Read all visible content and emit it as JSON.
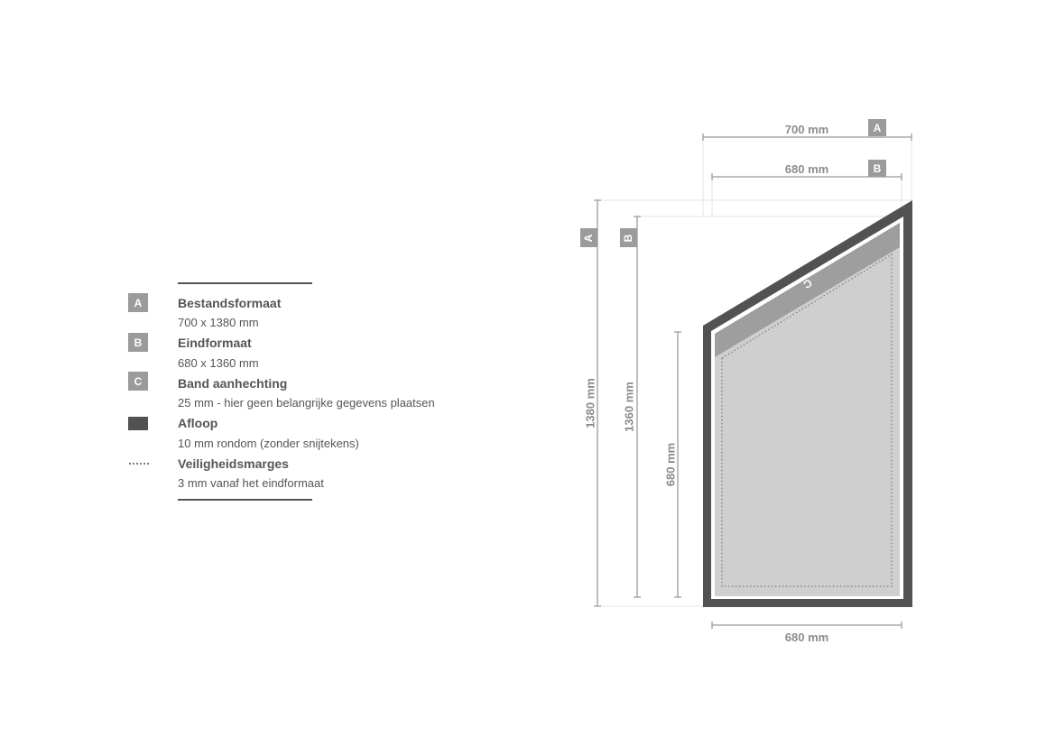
{
  "legend": {
    "items": [
      {
        "badge": "A",
        "title": "Bestandsformaat",
        "subtitle": "700 x 1380 mm"
      },
      {
        "badge": "B",
        "title": "Eindformaat",
        "subtitle": "680 x 1360 mm"
      },
      {
        "badge": "C",
        "title": "Band aanhechting",
        "subtitle": "25 mm - hier geen belangrijke gegevens plaatsen"
      },
      {
        "badge": "",
        "title": "Afloop",
        "subtitle": "10 mm rondom (zonder snijtekens)"
      },
      {
        "badge": "",
        "title": "Veiligheidsmarges",
        "subtitle": "3 mm vanaf het eindformaat"
      }
    ]
  },
  "dimensions": {
    "top_width_a": "700 mm",
    "top_width_a_badge": "A",
    "top_width_b": "680 mm",
    "top_width_b_badge": "B",
    "bottom_width": "680 mm",
    "height_a": "1380 mm",
    "height_a_badge": "A",
    "height_b": "1360 mm",
    "height_b_badge": "B",
    "height_short": "680 mm",
    "band_label": "C"
  },
  "colors": {
    "bleed": "#525252",
    "band": "#9e9e9e",
    "final": "#cfcfcf",
    "dimension_line": "#a8a8a8",
    "label": "#8c8c8c"
  }
}
